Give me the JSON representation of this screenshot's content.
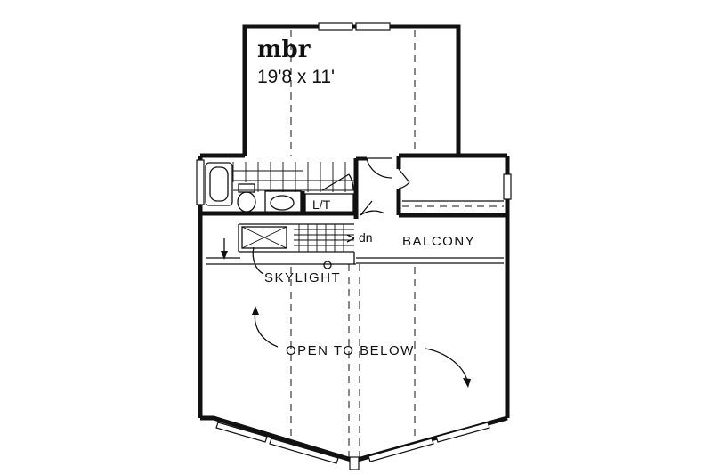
{
  "rooms": {
    "master_bedroom": {
      "name": "mbr",
      "size": "19'8 x 11'"
    },
    "linen_toilet": "L/T",
    "stair_down": "dn",
    "balcony": "BALCONY",
    "skylight": "SKYLIGHT",
    "open_to_below": "OPEN TO BELOW"
  }
}
